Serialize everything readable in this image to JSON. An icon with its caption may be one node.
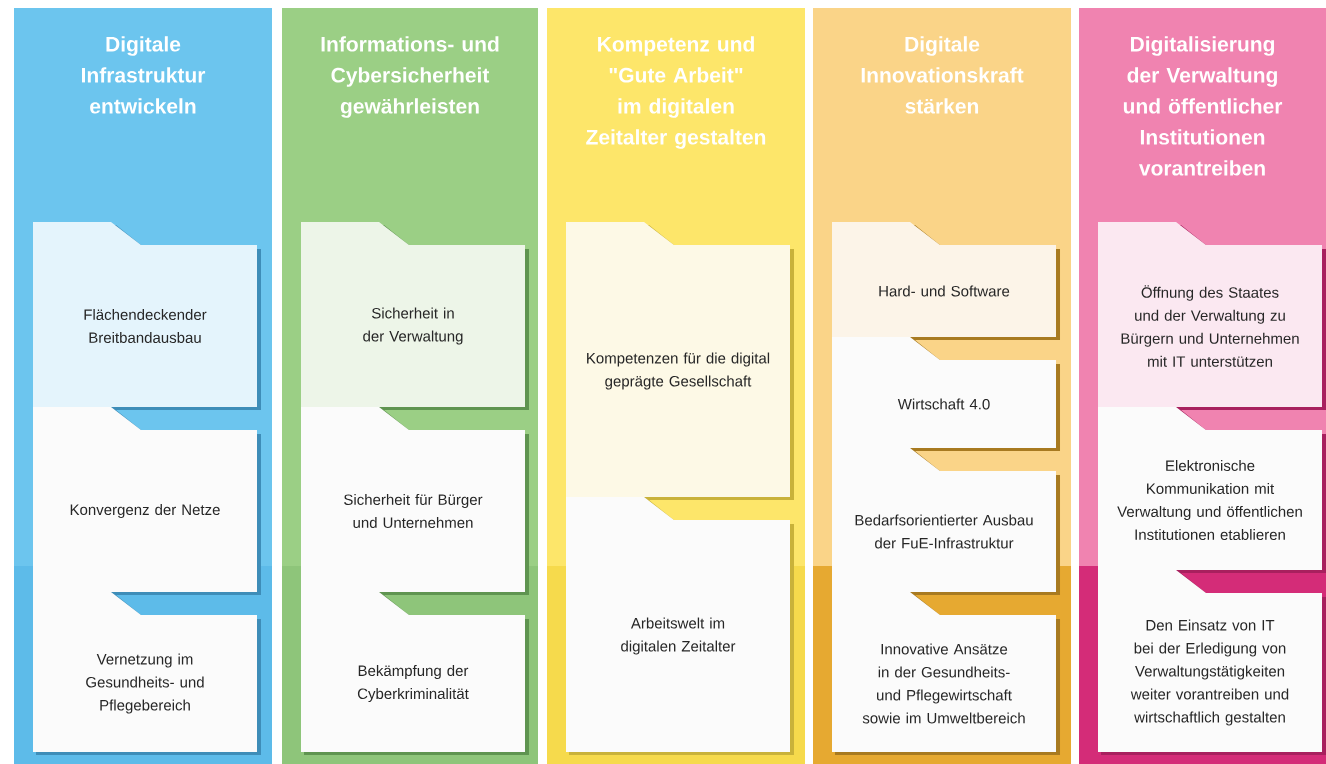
{
  "diagram": {
    "nodes": [
      {
        "text": [
          "Digitale Infrastruktur entwickeln"
        ]
      },
      {
        "text": [
          "Flächendeckender Breitbandausbau"
        ],
        "in": 0
      },
      {
        "text": [
          "Konvergenz der Netze"
        ],
        "in": 0
      },
      {
        "text": [
          "Vernetzung im Gesundheits- und Pflegebereich"
        ],
        "in": 0
      },
      {
        "text": [
          "Informations- und Cybersicherheit gewährleisten"
        ]
      },
      {
        "text": [
          "Sicherheit in der Verwaltung"
        ],
        "in": 4
      },
      {
        "text": [
          "Sicherheit für Bürger und Unternehmen"
        ],
        "in": 4
      },
      {
        "text": [
          "Bekämpfung der Cyberkriminalität"
        ],
        "in": 4
      },
      {
        "text": [
          "Kompetenz und \"Gute Arbeit\" im digitalen Zeitalter gestalten"
        ]
      },
      {
        "text": [
          "Kompetenzen für die digital geprägte Gesellschaft"
        ],
        "in": 8
      },
      {
        "text": [
          "Arbeitswelt im digitalen Zeitalter"
        ],
        "in": 8
      },
      {
        "text": [
          "Digitale Innovationskraft stärken"
        ]
      },
      {
        "text": [
          "Hard- und Software"
        ],
        "in": 11
      },
      {
        "text": [
          "Wirtschaft 4.0"
        ],
        "in": 11
      },
      {
        "text": [
          "Bedarfsorientierter Ausbau der FuE-Infrastruktur"
        ],
        "in": 11
      },
      {
        "text": [
          "Innovative Ansätze in der Gesundheits- und Pflegewirtschaft sowie im Umweltbereich"
        ],
        "in": 11
      },
      {
        "text": [
          "Digitalisierung der Verwaltung und öffentlicher Institutionen vorantreiben"
        ]
      },
      {
        "text": [
          "Öffnung des Staates und der Verwaltung zu Bürgern und Unternehmen mit IT unterstützen"
        ],
        "in": 16
      },
      {
        "text": [
          "Elektronische Kommunikation mit Verwaltung und öffentlichen Institutionen etablieren"
        ],
        "in": 16
      },
      {
        "text": [
          "Den Einsatz von IT bei der Erledigung von Verwaltungstätigkeiten weiter vorantreiben und wirtschaftlich gestalten"
        ],
        "in": 16
      }
    ]
  }
}
